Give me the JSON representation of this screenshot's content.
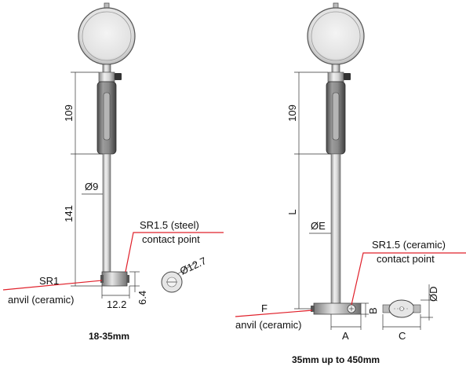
{
  "colors": {
    "ink": "#222222",
    "accent": "#e0202a",
    "metal_light": "#e8e8e8",
    "metal_dark": "#6e6e6e",
    "grip": "#7a7a7a"
  },
  "left": {
    "dim_top": "109",
    "dim_bottom": "141",
    "rod_diameter": "Ø9",
    "callout_top_line1": "SR1.5 (steel)",
    "callout_top_line2": "contact point",
    "anvil_radius": "SR1",
    "anvil_label": "anvil (ceramic)",
    "width_dim": "12.2",
    "height_dim": "6.4",
    "head_diameter": "Ø12.7",
    "caption": "18-35mm"
  },
  "right": {
    "dim_top": "109",
    "dim_length": "L",
    "rod_diameter": "ØE",
    "callout_top_line1": "SR1.5 (ceramic)",
    "callout_top_line2": "contact point",
    "anvil_radius": "F",
    "anvil_label": "anvil (ceramic)",
    "dim_a": "A",
    "dim_b": "B",
    "dim_c": "C",
    "dim_d": "ØD",
    "caption": "35mm up to 450mm"
  }
}
